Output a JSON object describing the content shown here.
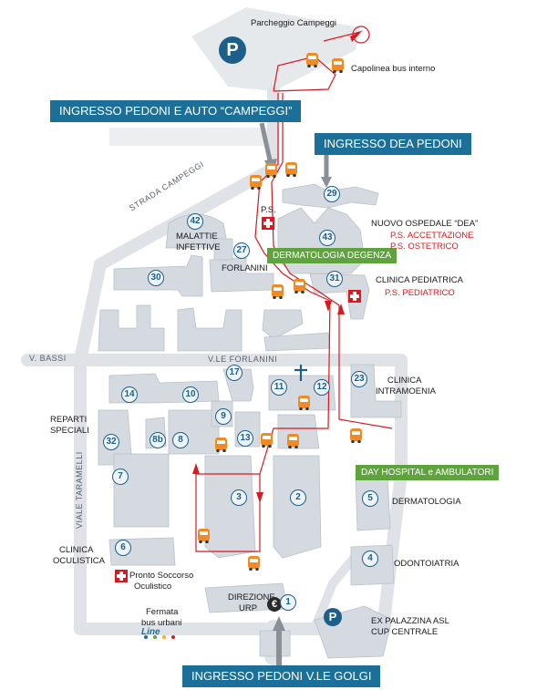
{
  "colors": {
    "banner_blue": "#1c6f98",
    "banner_green": "#5ea33d",
    "route_red": "#d71920",
    "bus_orange": "#f08a24",
    "building": "#d4dae0"
  },
  "entrances": {
    "campeggi": "INGRESSO PEDONI E AUTO “CAMPEGGI”",
    "dea": "INGRESSO DEA PEDONI",
    "golgi": "INGRESSO PEDONI V.LE GOLGI"
  },
  "green_labels": {
    "dermatologia_degenza": "DERMATOLOGIA DEGENZA",
    "day_hospital": "DAY HOSPITAL e AMBULATORI"
  },
  "top": {
    "parking": "Parcheggio Campeggi",
    "parking_symbol": "P",
    "shuttle": "Capolinea bus interno"
  },
  "roads": {
    "strada_campeggi": "STRADA CAMPEGGI",
    "v_bassi": "V. BASSI",
    "vle_forlanini": "V.LE FORLANINI",
    "viale_taramelli": "VIALE TARAMELLI"
  },
  "places": {
    "ps": "P.S.",
    "nuovo_ospedale": "NUOVO OSPEDALE “DEA”",
    "ps_accettazione": "P.S. ACCETTAZIONE",
    "ps_ostetrico": "P.S. OSTETRICO",
    "malattie": "MALATTIE",
    "infettive": "INFETTIVE",
    "forlanini": "FORLANINI",
    "clinica_pediatrica": "CLINICA PEDIATRICA",
    "ps_pediatrico": "P.S. PEDIATRICO",
    "clinica": "CLINICA",
    "intramoenia": "INTRAMOENIA",
    "reparti": "REPARTI",
    "speciali": "SPECIALI",
    "dermatologia": "DERMATOLOGIA",
    "clinica_oculistica_1": "CLINICA",
    "clinica_oculistica_2": "OCULISTICA",
    "odontoiatria": "ODONTOIATRIA",
    "pronto_soccorso_1": "Pronto Soccorso",
    "pronto_soccorso_2": "Oculistico",
    "direzione": "DIREZIONE",
    "urp": "URP",
    "euro_symbol": "€",
    "ex_palazzina": "EX PALAZZINA ASL",
    "cup_centrale": "CUP CENTRALE",
    "parking_symbol_2": "P",
    "fermata_1": "Fermata",
    "fermata_2": "bus urbani",
    "line_logo": "Line"
  },
  "building_numbers": [
    "29",
    "42",
    "43",
    "27",
    "31",
    "30",
    "17",
    "23",
    "11",
    "12",
    "10",
    "14",
    "9",
    "32",
    "8b",
    "8",
    "13",
    "7",
    "3",
    "2",
    "5",
    "6",
    "4",
    "1"
  ]
}
